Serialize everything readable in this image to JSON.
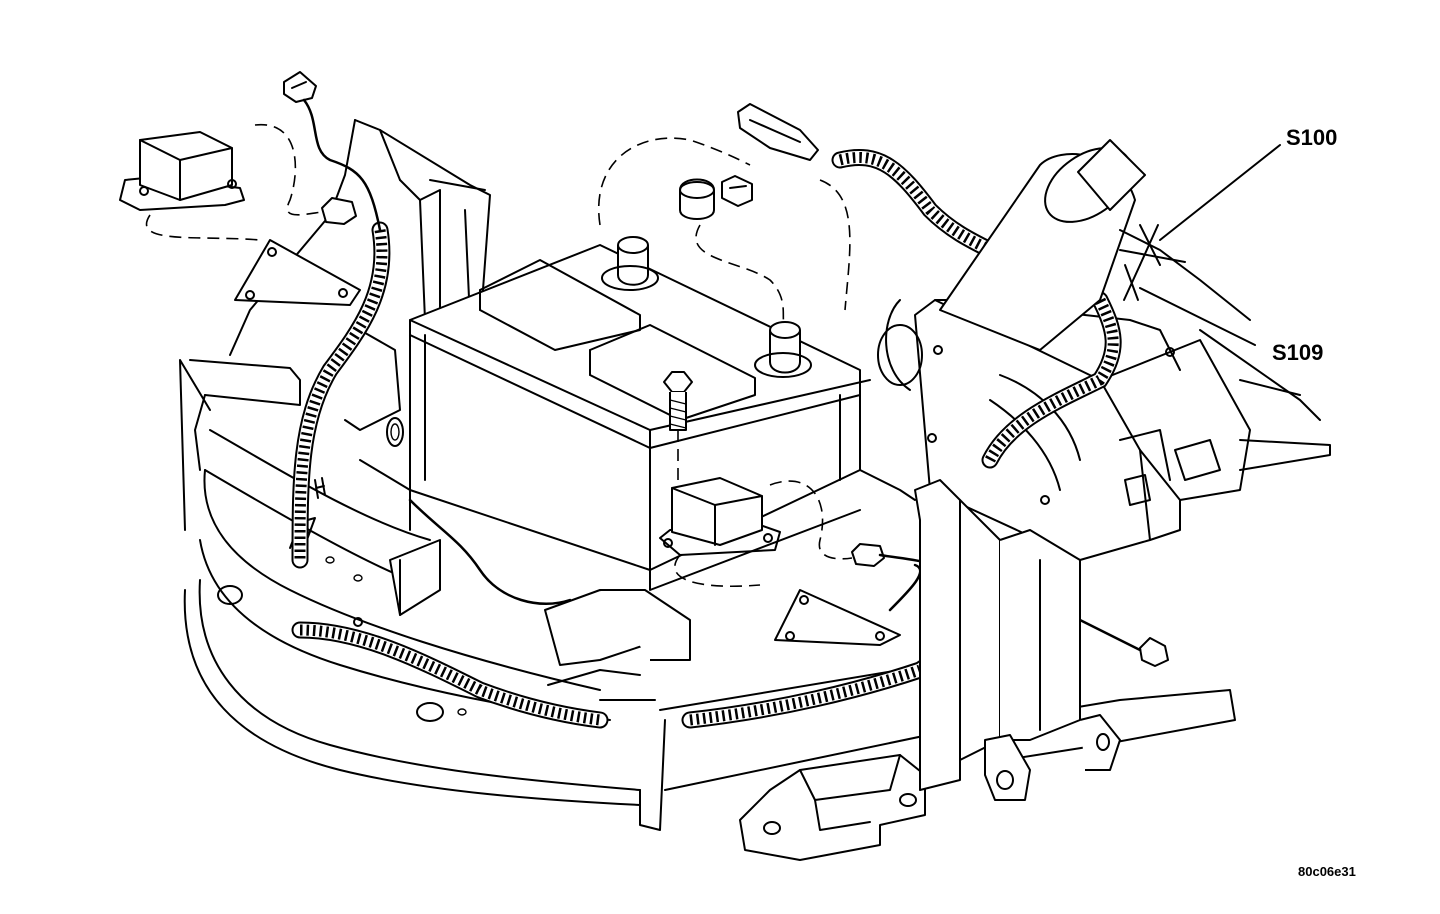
{
  "callouts": {
    "s100": "S100",
    "s109": "S109"
  },
  "figure_id": "80c06e31",
  "colors": {
    "line": "#000000",
    "background": "#ffffff"
  }
}
